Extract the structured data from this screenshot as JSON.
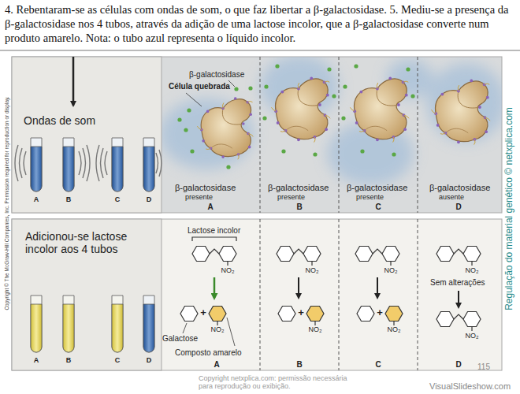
{
  "diagram": {
    "title": "4. Rebentaram-se as células com ondas de som, o que faz libertar a β-galactosidase. 5. Mediu-se a presença da β-galactosidase nos 4 tubos, através da adição de uma lactose incolor, que a β-galactosidase converte num produto amarelo. Nota: o tubo azul representa o líquido incolor.",
    "nodes": [
      {
        "text": [
          "Ondas de som",
          "A",
          "B",
          "C",
          "D"
        ]
      },
      {
        "text": [
          "β-galactosidase",
          "Célula quebrada",
          "β-galactosidase",
          "presente",
          "A"
        ]
      },
      {
        "text": [
          "β-galactosidase",
          "presente",
          "B"
        ]
      },
      {
        "text": [
          "β-galactosidase",
          "presente",
          "C"
        ]
      },
      {
        "text": [
          "β-galactosidase",
          "ausente",
          "D"
        ]
      },
      {
        "text": [
          "Adicionou-se lactose incolor aos 4 tubos",
          "A",
          "B",
          "C",
          "D"
        ]
      },
      {
        "text": [
          "Lactose incolor",
          "NO₂",
          "+",
          "NO₂",
          "Galactose",
          "Composto amarelo",
          "A"
        ]
      },
      {
        "text": [
          "NO₂",
          "+",
          "NO₂",
          "B"
        ]
      },
      {
        "text": [
          "NO₂",
          "+",
          "NO₂",
          "C"
        ]
      },
      {
        "text": [
          "NO₂",
          "Sem alterações",
          "NO₂",
          "D"
        ]
      }
    ],
    "labels": [
      "Copyright © The McGraw-Hill Companies, Inc. Permission required for reproduction or display.",
      "Regulação do material genético © netxplica.com",
      "Copyright netxplica.com: permissão necessária para reprodução ou exibição.",
      "115",
      "VisualSlideshow.com"
    ]
  }
}
